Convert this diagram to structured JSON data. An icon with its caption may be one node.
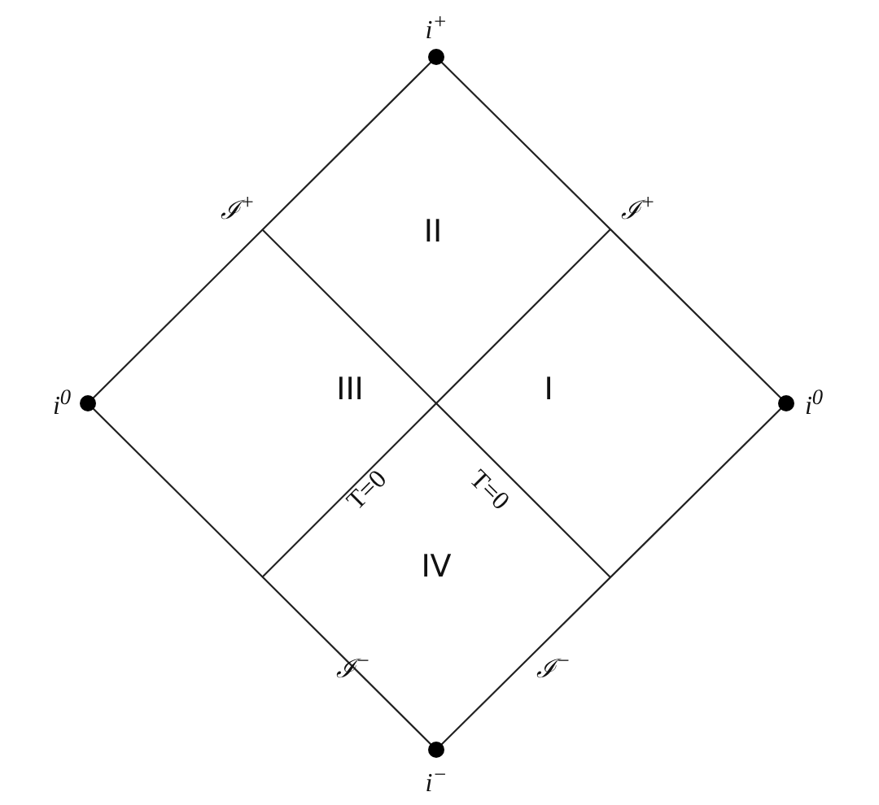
{
  "diagram": {
    "labels": [
      "i$^{+}$",
      "ℐ$^{+}$",
      "ℐ$^{+}$",
      "II",
      "i$^{0}$",
      "III",
      "I",
      "i$^{0}$",
      "T=0",
      "T=0",
      "IV",
      "ℐ$^{−}$",
      "ℐ$^{−}$",
      "i$^{−}$"
    ]
  }
}
